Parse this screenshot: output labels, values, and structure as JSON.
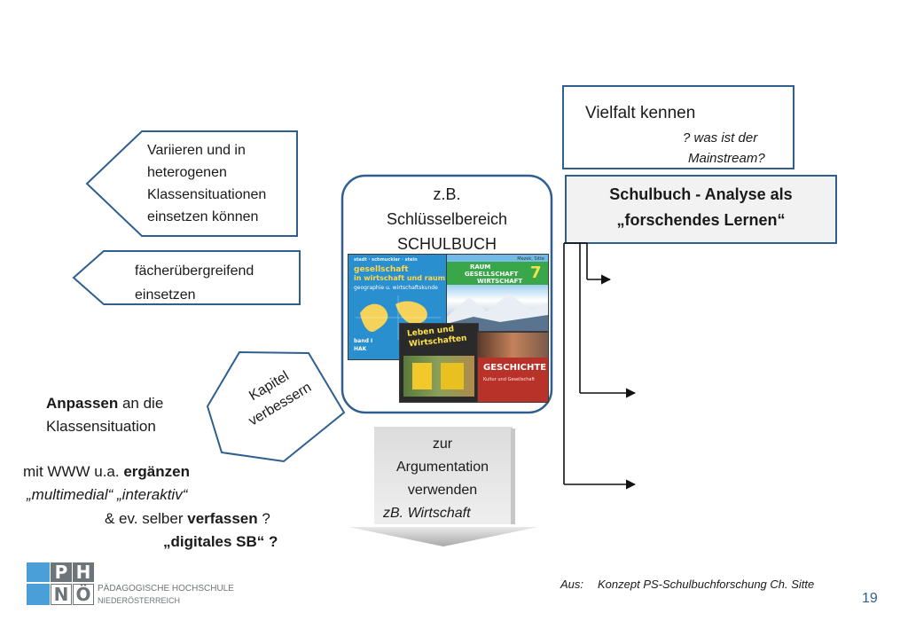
{
  "left": {
    "variieren": [
      "Variieren und in",
      "heterogenen",
      "Klassensituationen",
      "einsetzen können"
    ],
    "faecher": [
      "fächerübergreifend",
      "einsetzen"
    ],
    "kapitel": [
      "Kapitel",
      "verbessern"
    ]
  },
  "center": {
    "zb": "z.B.",
    "schluessel": "Schlüsselbereich",
    "schulbuch": "SCHULBUCH",
    "books": {
      "book1_small": "stadt · schmuckler · stein",
      "book1_title1": "gesellschaft",
      "book1_title2": "in wirtschaft und raum",
      "book1_sub": "geographie u. wirtschaftskunde",
      "book1_band1": "band I",
      "book1_band2": "HAK",
      "book2_small": "Mezek, Sitte",
      "book2_title1": "RAUM",
      "book2_title2": "GESELLSCHAFT",
      "book2_title3": "WIRTSCHAFT",
      "book2_num": "7",
      "book3_title1": "Leben und",
      "book3_title2": "Wirtschaften",
      "book4_title": "GESCHICHTE",
      "book4_sub": "Kultur und Gesellschaft"
    },
    "arg": [
      "zur",
      "Argumentation",
      "verwenden",
      "zB.  Wirtschaft"
    ]
  },
  "right": {
    "vielfalt": "Vielfalt  kennen",
    "mainstream1": "? was ist der",
    "mainstream2": "Mainstream?",
    "analyse1": "Schulbuch - Analyse  als",
    "analyse2": "„forschendes Lernen“"
  },
  "bottom_left": {
    "anpassen_bold": "Anpassen",
    "anpassen_rest": " an die",
    "klassen": "Klassensituation",
    "www_pre": "mit WWW  u.a. ",
    "www_bold": "ergänzen",
    "multimedial": "„multimedial“ „interaktiv“",
    "verfassen_pre": "&  ev. selber ",
    "verfassen_bold": "verfassen",
    "verfassen_post": " ?",
    "digitales": "„digitales SB“  ?"
  },
  "footer": {
    "logo_letters": [
      "P",
      "H",
      "N",
      "Ö"
    ],
    "school1": "PÄDAGOGISCHE HOCHSCHULE",
    "school2": "NIEDERÖSTERREICH",
    "source_label": "Aus:",
    "source_text": "Konzept PS-Schulbuchforschung Ch. Sitte",
    "page": "19"
  },
  "colors": {
    "box_border": "#2f5f8f",
    "arrow_fill": "#b8b8b8",
    "logo_blue": "#4a9fd8",
    "logo_grey": "#6f7479"
  }
}
